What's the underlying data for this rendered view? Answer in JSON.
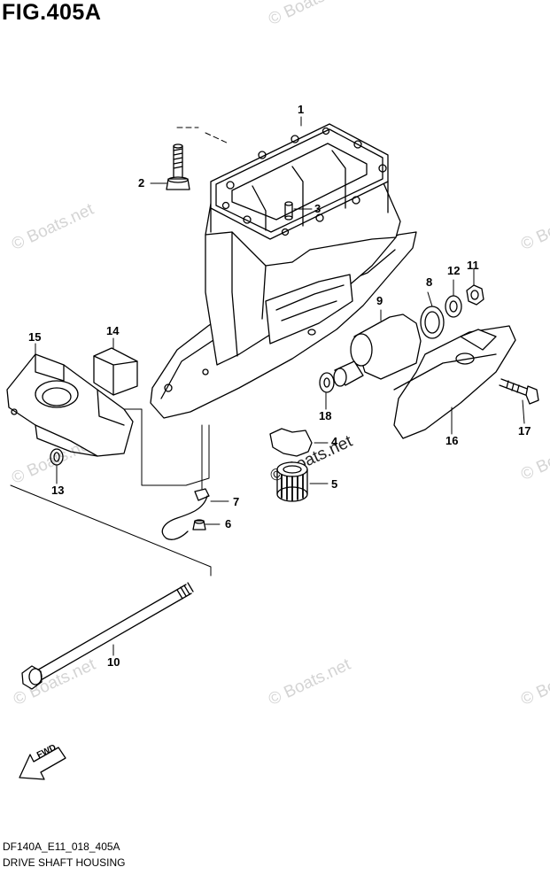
{
  "figure": {
    "title": "FIG.405A",
    "code": "DF140A_E11_018_405A",
    "name": "DRIVE SHAFT HOUSING"
  },
  "watermark": "© Boats.net",
  "fwd_label": "FWD",
  "callouts": [
    "1",
    "2",
    "3",
    "4",
    "5",
    "6",
    "7",
    "8",
    "9",
    "10",
    "11",
    "12",
    "13",
    "14",
    "15",
    "16",
    "17",
    "18"
  ]
}
